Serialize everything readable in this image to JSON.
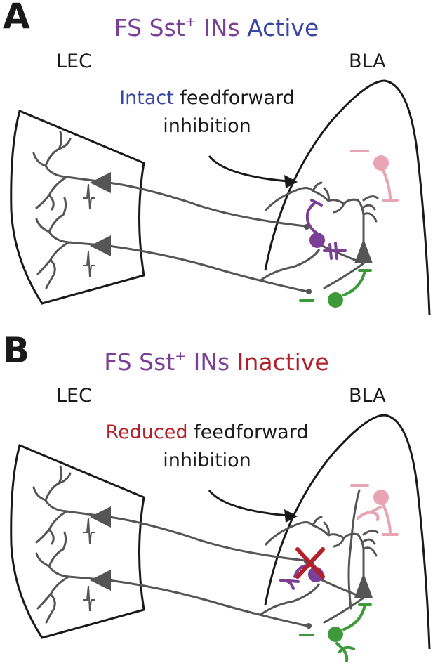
{
  "panels": [
    {
      "letter": "A",
      "title": {
        "part1": "FS Sst",
        "sup": "+",
        "part2": " INs ",
        "state": "Active"
      },
      "left_region": "LEC",
      "right_region": "BLA",
      "caption": {
        "highlight": "Intact",
        "rest_line1": " feedforward",
        "line2": "inhibition"
      },
      "state": "active"
    },
    {
      "letter": "B",
      "title": {
        "part1": "FS Sst",
        "sup": "+",
        "part2": " INs ",
        "state": "Inactive"
      },
      "left_region": "LEC",
      "right_region": "BLA",
      "caption": {
        "highlight": "Reduced",
        "rest_line1": " feedforward",
        "line2": "inhibition"
      },
      "state": "inactive"
    }
  ],
  "colors": {
    "sst_interneuron": "#7b3f95",
    "active": "#3a46a4",
    "inactive": "#b2202a",
    "pink_interneuron": "#e8a4b3",
    "green_interneuron": "#3d9a3a",
    "neuron_gray": "#555555",
    "outline": "#1a1a1a"
  },
  "icons": [
    "pyramidal-neuron-icon",
    "interneuron-icon",
    "inactivation-x-icon",
    "arrow-icon"
  ]
}
